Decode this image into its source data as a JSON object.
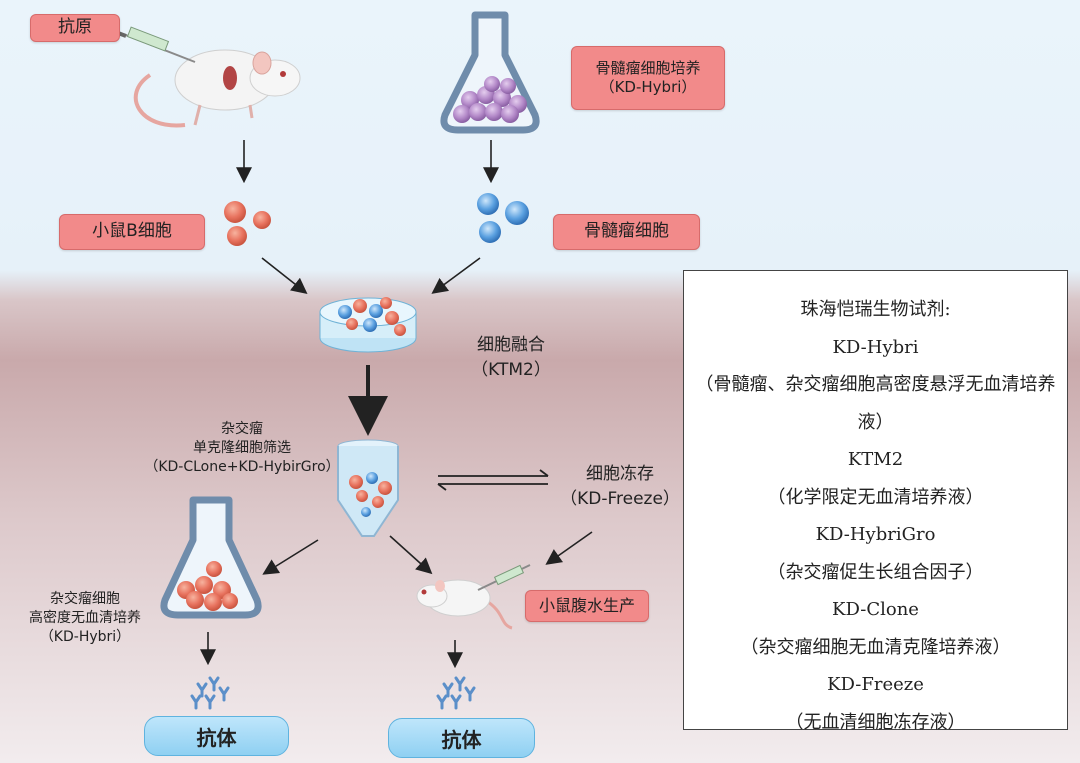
{
  "labels": {
    "antigen": "抗原",
    "myeloma_culture_line1": "骨髓瘤细胞培养",
    "myeloma_culture_line2": "（KD-Hybri）",
    "mouse_b_cell": "小鼠B细胞",
    "myeloma_cell": "骨髓瘤细胞",
    "fusion_line1": "细胞融合",
    "fusion_line2": "（KTM2）",
    "hybridoma_line1": "杂交瘤",
    "hybridoma_line2": "单克隆细胞筛选",
    "hybridoma_line3": "（KD-CLone+KD-HybirGro）",
    "freeze_line1": "细胞冻存",
    "freeze_line2": "（KD-Freeze）",
    "culture_line1": "杂交瘤细胞",
    "culture_line2": "高密度无血清培养",
    "culture_line3": "（KD-Hybri）",
    "ascites": "小鼠腹水生产",
    "antibody_left": "抗体",
    "antibody_right": "抗体"
  },
  "info_box": {
    "lines": [
      "珠海恺瑞生物试剂:",
      "KD-Hybri",
      "（骨髓瘤、杂交瘤细胞高密度悬浮无血清培养液）",
      "KTM2",
      "（化学限定无血清培养液）",
      "KD-HybriGro",
      "（杂交瘤促生长组合因子）",
      "KD-Clone",
      "（杂交瘤细胞无血清克隆培养液）",
      "KD-Freeze",
      "（无血清细胞冻存液）"
    ]
  },
  "colors": {
    "tag_red": "#f28a8a",
    "tag_blue": "#9dd6f4",
    "b_cell": "#e8735f",
    "myeloma": "#3b82c8",
    "flask_outline": "#6f8cab",
    "antibody": "#5b8fc9"
  },
  "icons": [
    "mouse-icon",
    "syringe-icon",
    "flask-icon",
    "petri-dish-icon",
    "tube-icon",
    "antibody-icon"
  ]
}
